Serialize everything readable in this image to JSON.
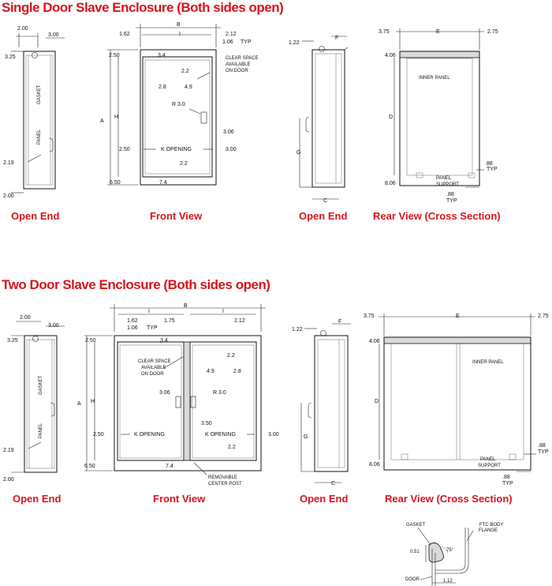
{
  "sections": [
    {
      "title": "Single Door Slave Enclosure (Both sides open)",
      "captions": {
        "open_end": "Open End",
        "front_view": "Front View",
        "open_end_right": "Open End",
        "rear_view": "Rear View (Cross Section)"
      },
      "open_end": {
        "top_left": "2.00",
        "top_right": "3.00",
        "top_offset": "3.25",
        "gasket": "GASKET",
        "panel": "PANEL",
        "bottom_a": "2.19",
        "bottom_b": "2.00"
      },
      "front": {
        "b": "B",
        "i": "I",
        "a": "A",
        "h": "H",
        "d162": "1.62",
        "d212": "2.12",
        "d106": "1.06",
        "typ": "TYP",
        "d250": "2.50",
        "d34": "3.4",
        "d22a": "2.2",
        "d28": "2.8",
        "d49": "4.9",
        "clear1": "CLEAR SPACE",
        "clear2": "AVAILABLE",
        "clear3": "ON DOOR",
        "r30": "R 3.0",
        "d306": "3.06",
        "k_left": "2.50",
        "k_opening": "K OPENING",
        "k_right": "3.00",
        "d22b": "2.2",
        "d650": "6.50",
        "d74": "7.4"
      },
      "side": {
        "d122": "1.22",
        "f": "F",
        "g": "G",
        "c": "C"
      },
      "rear": {
        "d375": "3.75",
        "e": "E",
        "d275": "2.75",
        "d406": "4.06",
        "d": "D",
        "inner": "INNER PANEL",
        "d806": "8.06",
        "panel1": "PANEL",
        "panel2": "SUPPORT",
        "d88a": "88",
        "typ": "TYP",
        "d88b": ".88",
        "d88typ": "TYP"
      }
    },
    {
      "title": "Two Door Slave Enclosure (Both sides open)",
      "captions": {
        "open_end": "Open End",
        "front_view": "Front View",
        "open_end_right": "Open End",
        "rear_view": "Rear View (Cross Section)"
      },
      "open_end": {
        "top_left": "2.00",
        "top_right": "3.00",
        "top_offset": "3.25",
        "gasket": "GASKET",
        "panel": "PANEL",
        "bottom_a": "2.19",
        "bottom_b": "2.00"
      },
      "front": {
        "b": "B",
        "i_left": "I",
        "i_right": "I",
        "a": "A",
        "h": "H",
        "d162": "1.62",
        "d175": "1.75",
        "d212": "2.12",
        "d106": "1.06",
        "typ": "TYP",
        "d250": "2.50",
        "d34": "3.4",
        "d22a": "2.2",
        "clear1": "CLEAR SPACE",
        "clear2": "AVAILABLE",
        "clear3": "ON DOOR",
        "d49": "4.9",
        "d28": "2.8",
        "d306": "3.06",
        "r30": "R 3.0",
        "d350": "3.50",
        "k_left": "2.50",
        "k_opening_l": "K OPENING",
        "k_opening_r": "K OPENING",
        "k_right": "3.00",
        "d22b": "2.2",
        "d650": "6.50",
        "d74": "7.4",
        "post1": "REMOVABLE",
        "post2": "CENTER POST"
      },
      "side": {
        "d122": "1.22",
        "f": "F",
        "g": "G",
        "c": "C"
      },
      "rear": {
        "d375": "3.75",
        "e": "E",
        "d275": "2.75",
        "d406": "4.06",
        "d": "D",
        "inner": "INNER PANEL",
        "d806": "8.06",
        "panel1": "PANEL",
        "panel2": "SUPPORT",
        "d88": ".88",
        "typ": "TYP",
        "d88b": ".88",
        "typb": "TYP"
      }
    }
  ],
  "detail": {
    "gasket": "GASKET",
    "ftc1": "FTC BODY",
    "ftc2": "FLANGE",
    "d051": "0.51",
    "angle": "75°",
    "door": "DOOR",
    "d112": "1.12"
  },
  "colors": {
    "heading": "#d8141c",
    "line": "#222222",
    "fill": "#d9d9d9"
  }
}
